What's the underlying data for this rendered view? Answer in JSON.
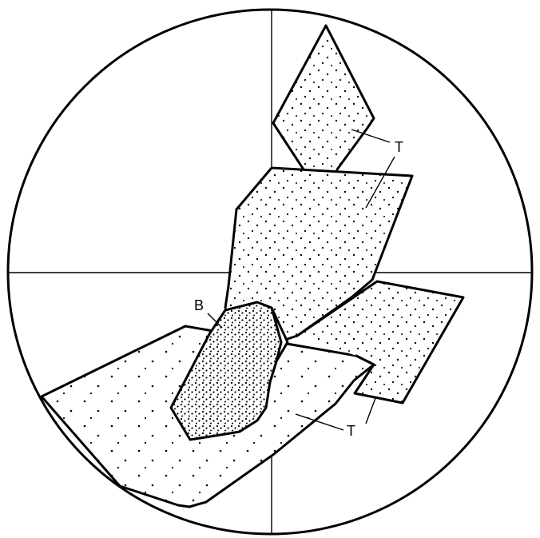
{
  "figure": {
    "labels": {
      "biotite": "B",
      "topaz_upper": "T",
      "topaz_lower": "T"
    },
    "colors": {
      "line": "#000000",
      "background": "#ffffff"
    }
  }
}
